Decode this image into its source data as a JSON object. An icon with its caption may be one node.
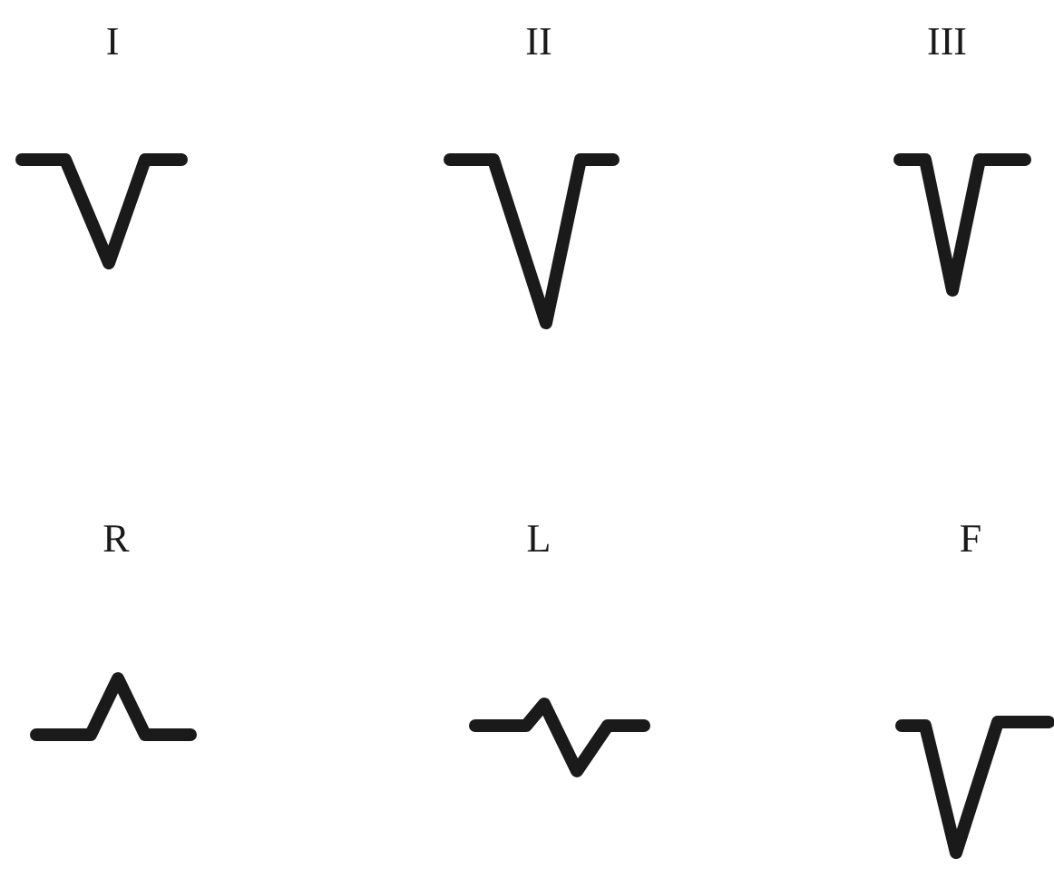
{
  "diagram": {
    "labels": [
      "I",
      "II",
      "III",
      "R",
      "L",
      "F"
    ]
  }
}
